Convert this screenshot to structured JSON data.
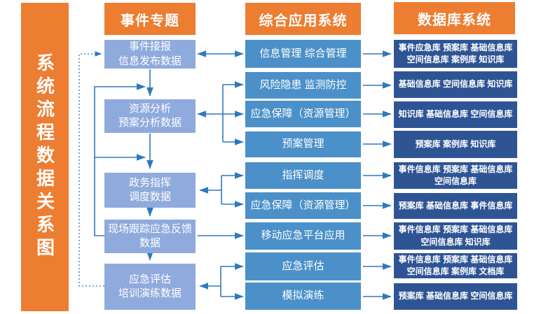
{
  "title": "系统流程数据关系图",
  "columns": {
    "events": {
      "header": "事件专题",
      "boxes": [
        {
          "lines": [
            "事件接报",
            "信息发布数据"
          ]
        },
        {
          "lines": [
            "资源分析",
            "预案分析数据"
          ]
        },
        {
          "lines": [
            "政务指挥",
            "调度数据"
          ]
        },
        {
          "lines": [
            "现场跟踪应急反馈",
            "数据"
          ]
        },
        {
          "lines": [
            "应急评估",
            "培训演练数据"
          ]
        }
      ]
    },
    "apps": {
      "header": "综合应用系统",
      "boxes": [
        "信息管理 综合管理",
        "风险隐患 监测防控",
        "应急保障（资源管理）",
        "预案管理",
        "指挥调度",
        "应急保障（资源管理）",
        "移动应急平台应用",
        "应急评估",
        "模拟演练"
      ]
    },
    "dbs": {
      "header": "数据库系统",
      "boxes": [
        {
          "lines": [
            "事件应急库 预案库 基础信息库",
            "空间信息库 案例库 知识库"
          ]
        },
        {
          "lines": [
            "基础信息库 空间信息库 知识库"
          ]
        },
        {
          "lines": [
            "知识库 基础信息库 空间信息库"
          ]
        },
        {
          "lines": [
            "预案库 案例库 知识库"
          ]
        },
        {
          "lines": [
            "事件信息库 预案库 基础信息库",
            "空间信息库"
          ]
        },
        {
          "lines": [
            "预案库 基础信息库 事件信息库"
          ]
        },
        {
          "lines": [
            "事件信息库 预案库 基础信息库",
            "空间信息库 知识库"
          ]
        },
        {
          "lines": [
            "事件信息库 预案库 基础信息库",
            "空间信息库 案例库 文档库"
          ]
        },
        {
          "lines": [
            "预案库 基础信息库 空间信息库"
          ]
        }
      ]
    }
  },
  "colors": {
    "accent_orange": "#ED7D31",
    "event_box_blue": "#8FAADC",
    "app_box_blue": "#4B90C8",
    "db_box_navy": "#2E5494",
    "connector_blue": "#2E79BD",
    "text_white": "#FFFFFF"
  }
}
